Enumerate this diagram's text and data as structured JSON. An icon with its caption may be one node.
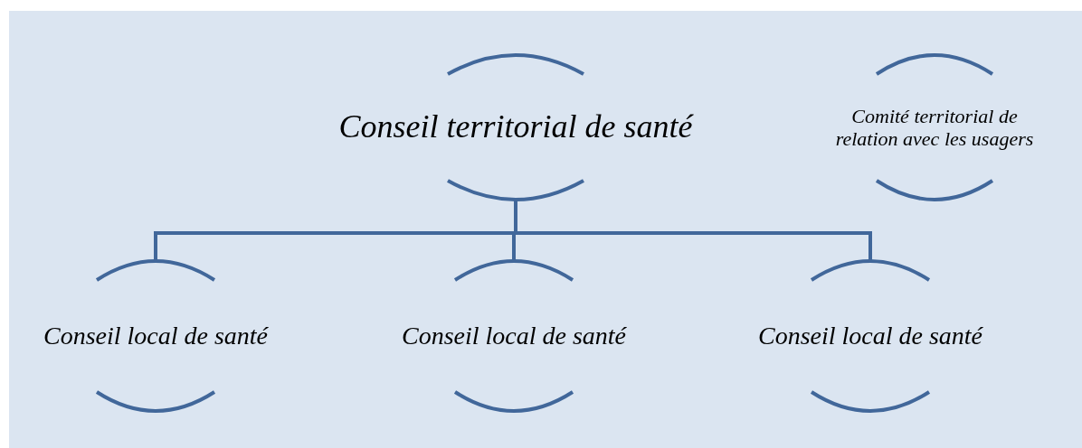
{
  "diagram": {
    "nodes": [
      {
        "text": [
          "Conseil territorial de santé"
        ]
      },
      {
        "text": [
          "Comité territorial de relation avec les usagers"
        ]
      },
      {
        "text": [
          "Conseil local de santé"
        ]
      },
      {
        "text": [
          "Conseil local de santé"
        ]
      },
      {
        "text": [
          "Conseil local de santé"
        ]
      }
    ],
    "edges": [
      {
        "from": 0,
        "to": 2,
        "arrow": "none"
      },
      {
        "from": 0,
        "to": 3,
        "arrow": "none"
      },
      {
        "from": 0,
        "to": 4,
        "arrow": "none"
      }
    ]
  }
}
